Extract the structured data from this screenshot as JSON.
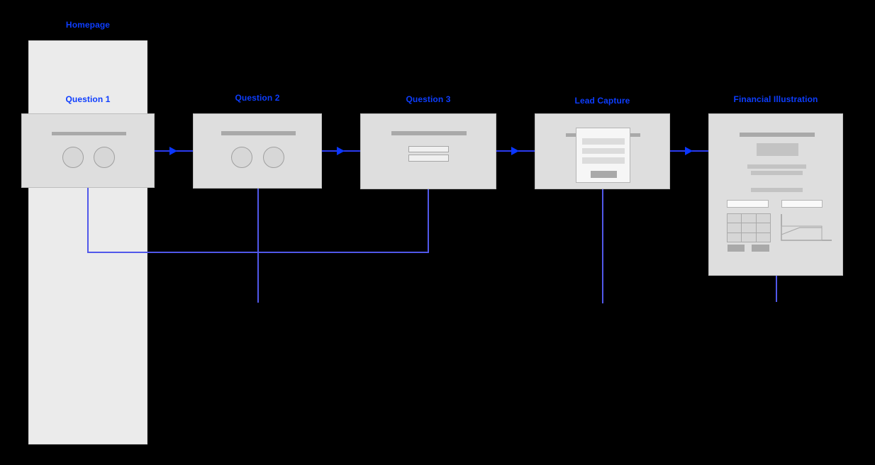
{
  "canvas": {
    "background": "#000000",
    "type": "wireframe-user-flow"
  },
  "flow": {
    "pages": [
      {
        "label": "Homepage"
      },
      {
        "label": "Question 1"
      },
      {
        "label": "Question 2"
      },
      {
        "label": "Question 3"
      },
      {
        "label": "Lead Capture"
      },
      {
        "label": "Financial Illustration"
      }
    ],
    "connections": [
      {
        "from": "Question 1",
        "to": "Question 2",
        "type": "arrow"
      },
      {
        "from": "Question 2",
        "to": "Question 3",
        "type": "arrow"
      },
      {
        "from": "Question 3",
        "to": "Lead Capture",
        "type": "arrow"
      },
      {
        "from": "Lead Capture",
        "to": "Financial Illustration",
        "type": "arrow"
      },
      {
        "from": "Question 1",
        "to": "Question 3",
        "type": "elbow-connector"
      },
      {
        "from": "Question 2",
        "to": "off-canvas-below",
        "type": "drop-line"
      },
      {
        "from": "Lead Capture",
        "to": "off-canvas-below",
        "type": "drop-line"
      },
      {
        "from": "Financial Illustration",
        "to": "off-canvas-below",
        "type": "drop-line"
      }
    ]
  },
  "colors": {
    "label_text": "#0d3dff",
    "arrow_line": "#2b3bf0",
    "arrowhead": "#0a36ff",
    "connector_line": "#5158ea",
    "screen_fill": "#dedede",
    "homepage_fill": "#ebebeb",
    "placeholder_dark": "#a9a9a9",
    "placeholder_mid": "#c3c3c3"
  }
}
